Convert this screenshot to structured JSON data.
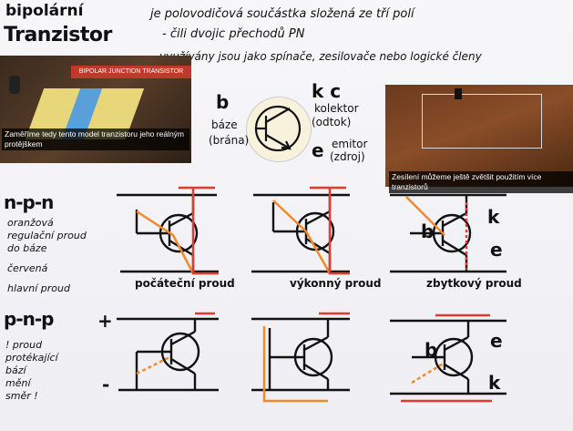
{
  "title": {
    "line1": "bipolární",
    "line2": "Tranzistor"
  },
  "intro": {
    "line1": "je polovodičová součástka složená ze tří polí",
    "line2": "- čili dvojic přechodů PN",
    "line3": "využívány jsou jako spínače, zesilovače nebo logické členy"
  },
  "photos": {
    "left_banner": "BIPOLAR JUNCTION TRANSISTOR",
    "left_caption": "Zaměříme tedy tento model tranzistoru jeho reálným protějškem",
    "right_caption": "Zesílení můžeme ještě zvětšit použitím více tranzistorů"
  },
  "symbol": {
    "b_letter": "b",
    "kc_letter": "k c",
    "base_label": "báze",
    "base_sub": "(brána)",
    "collector_label": "kolektor",
    "collector_sub": "(odtok)",
    "e_letter": "e",
    "emitter_label": "emitor",
    "emitter_sub": "(zdroj)"
  },
  "npn": {
    "heading": "n-p-n",
    "legend": [
      "oranžová",
      "regulační proud",
      "do báze",
      "červená",
      "hlavní proud"
    ],
    "captions": [
      "počáteční proud",
      "výkonný proud",
      "zbytkový proud"
    ]
  },
  "pnp": {
    "heading": "p-n-p",
    "plus": "+",
    "minus": "-",
    "note": [
      "! proud",
      "protékající",
      "bází",
      "mění",
      "směr !"
    ]
  },
  "corner_labels": {
    "k1": "k",
    "e1": "e",
    "b1": "b",
    "b2": "b",
    "e2": "e",
    "k2": "k"
  },
  "colors": {
    "ink": "#111111",
    "orange": "#f08a2a",
    "red": "#e23b2e"
  }
}
